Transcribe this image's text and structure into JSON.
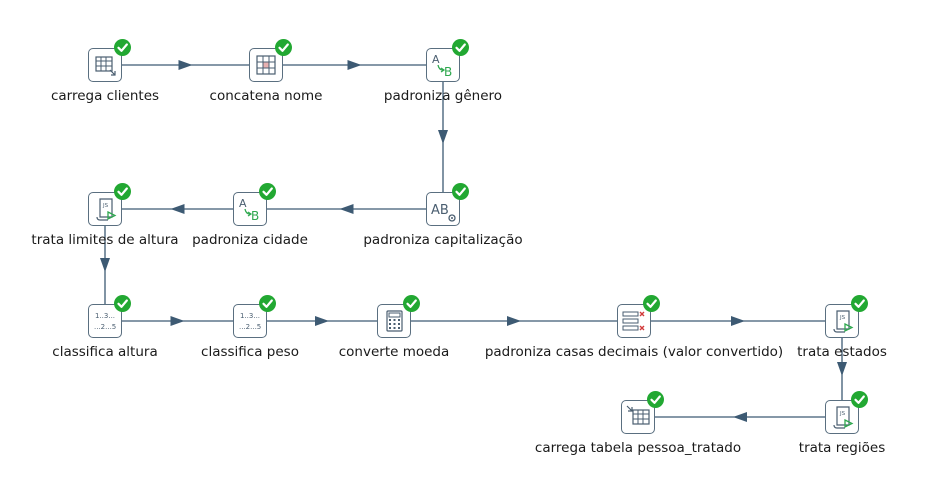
{
  "steps": [
    {
      "id": "s1",
      "label": "carrega clientes",
      "icon": "table-input-icon"
    },
    {
      "id": "s2",
      "label": "concatena nome",
      "icon": "grid-icon"
    },
    {
      "id": "s3",
      "label": "padroniza gênero",
      "icon": "value-mapper-icon"
    },
    {
      "id": "s4",
      "label": "padroniza capitalização",
      "icon": "string-operations-icon"
    },
    {
      "id": "s5",
      "label": "padroniza cidade",
      "icon": "value-mapper-icon"
    },
    {
      "id": "s6",
      "label": "trata limites de altura",
      "icon": "javascript-icon"
    },
    {
      "id": "s7",
      "label": "classifica altura",
      "icon": "number-range-icon"
    },
    {
      "id": "s8",
      "label": "classifica peso",
      "icon": "number-range-icon"
    },
    {
      "id": "s9",
      "label": "converte moeda",
      "icon": "calculator-icon"
    },
    {
      "id": "s10",
      "label": "padroniza casas decimais (valor convertido)",
      "icon": "select-values-icon"
    },
    {
      "id": "s11",
      "label": "trata estados",
      "icon": "javascript-icon"
    },
    {
      "id": "s12",
      "label": "trata regiões",
      "icon": "javascript-icon"
    },
    {
      "id": "s13",
      "label": "carrega tabela pessoa_tratado",
      "icon": "table-output-icon"
    }
  ],
  "hops": [
    [
      "s1",
      "s2"
    ],
    [
      "s2",
      "s3"
    ],
    [
      "s3",
      "s4"
    ],
    [
      "s4",
      "s5"
    ],
    [
      "s5",
      "s6"
    ],
    [
      "s6",
      "s7"
    ],
    [
      "s7",
      "s8"
    ],
    [
      "s8",
      "s9"
    ],
    [
      "s9",
      "s10"
    ],
    [
      "s10",
      "s11"
    ],
    [
      "s11",
      "s12"
    ],
    [
      "s12",
      "s13"
    ]
  ],
  "status_icon": "success-check-icon",
  "colors": {
    "hop": "#3d5a73",
    "check": "#22a832",
    "border": "#5a6f80",
    "accent_green": "#2fa84f"
  }
}
